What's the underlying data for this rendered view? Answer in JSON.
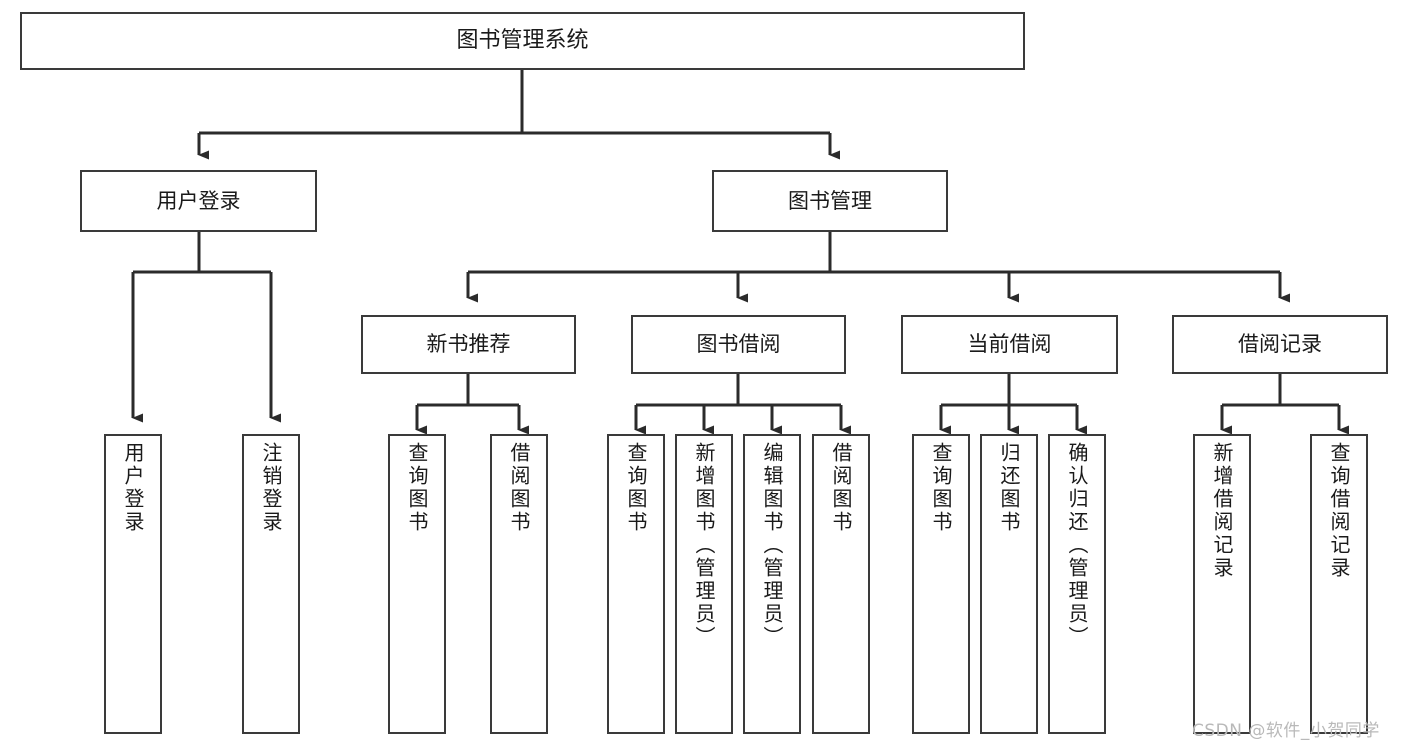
{
  "diagram": {
    "title": "图书管理系统",
    "type": "tree-structure-chart",
    "style": {
      "box_border_color": "#3a3a3a",
      "box_fill_color": "#ffffff",
      "connector_color": "#2b2b2b",
      "text_color": "#1a1a1a",
      "background": "#ffffff"
    },
    "nodes": {
      "root": {
        "label": "图书管理系统"
      },
      "level2": [
        {
          "id": "user-login",
          "label": "用户登录"
        },
        {
          "id": "book-manage",
          "label": "图书管理"
        }
      ],
      "level3": [
        {
          "id": "new-book-recommend",
          "label": "新书推荐"
        },
        {
          "id": "book-borrow",
          "label": "图书借阅"
        },
        {
          "id": "current-borrow",
          "label": "当前借阅"
        },
        {
          "id": "borrow-record",
          "label": "借阅记录"
        }
      ],
      "leaves": {
        "user-login": [
          {
            "id": "leaf-user-login",
            "label": "用户登录"
          },
          {
            "id": "leaf-logout-login",
            "label": "注销登录"
          }
        ],
        "new-book-recommend": [
          {
            "id": "leaf-query-book-1",
            "label": "查询图书"
          },
          {
            "id": "leaf-borrow-book-1",
            "label": "借阅图书"
          }
        ],
        "book-borrow": [
          {
            "id": "leaf-query-book-2",
            "label": "查询图书"
          },
          {
            "id": "leaf-add-book",
            "label": "新增图书（管理员）"
          },
          {
            "id": "leaf-edit-book",
            "label": "编辑图书（管理员）"
          },
          {
            "id": "leaf-borrow-book-2",
            "label": "借阅图书"
          }
        ],
        "current-borrow": [
          {
            "id": "leaf-query-book-3",
            "label": "查询图书"
          },
          {
            "id": "leaf-return-book",
            "label": "归还图书"
          },
          {
            "id": "leaf-confirm-return",
            "label": "确认归还（管理员）"
          }
        ],
        "borrow-record": [
          {
            "id": "leaf-add-record",
            "label": "新增借阅记录"
          },
          {
            "id": "leaf-query-record",
            "label": "查询借阅记录"
          }
        ]
      }
    },
    "watermark": "CSDN @软件_小贺同学"
  }
}
